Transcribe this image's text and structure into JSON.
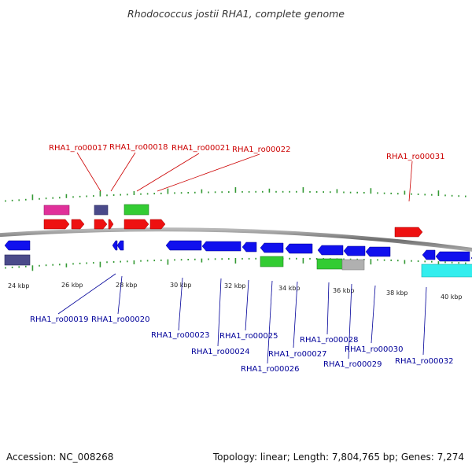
{
  "title": "Rhodococcus jostii RHA1, complete genome",
  "footer": {
    "accession": "Accession: NC_008268",
    "summary": "Topology: linear; Length: 7,804,765 bp; Genes: 7,274"
  },
  "colors": {
    "forward_label": "#cc0000",
    "reverse_label": "#000099",
    "backbone": "#808080",
    "tick": "#339933"
  },
  "axis": {
    "unit": "kbp",
    "major_labels": [
      "24 kbp",
      "26 kbp",
      "28 kbp",
      "30 kbp",
      "32 kbp",
      "34 kbp",
      "36 kbp",
      "38 kbp",
      "40 kbp"
    ]
  },
  "forward_labels": [
    "RHA1_ro00017",
    "RHA1_ro00018",
    "RHA1_ro00021",
    "RHA1_ro00022",
    "RHA1_ro00031"
  ],
  "reverse_labels": [
    "RHA1_ro00019",
    "RHA1_ro00020",
    "RHA1_ro00023",
    "RHA1_ro00024",
    "RHA1_ro00025",
    "RHA1_ro00026",
    "RHA1_ro00027",
    "RHA1_ro00028",
    "RHA1_ro00029",
    "RHA1_ro00030",
    "RHA1_ro00032"
  ]
}
